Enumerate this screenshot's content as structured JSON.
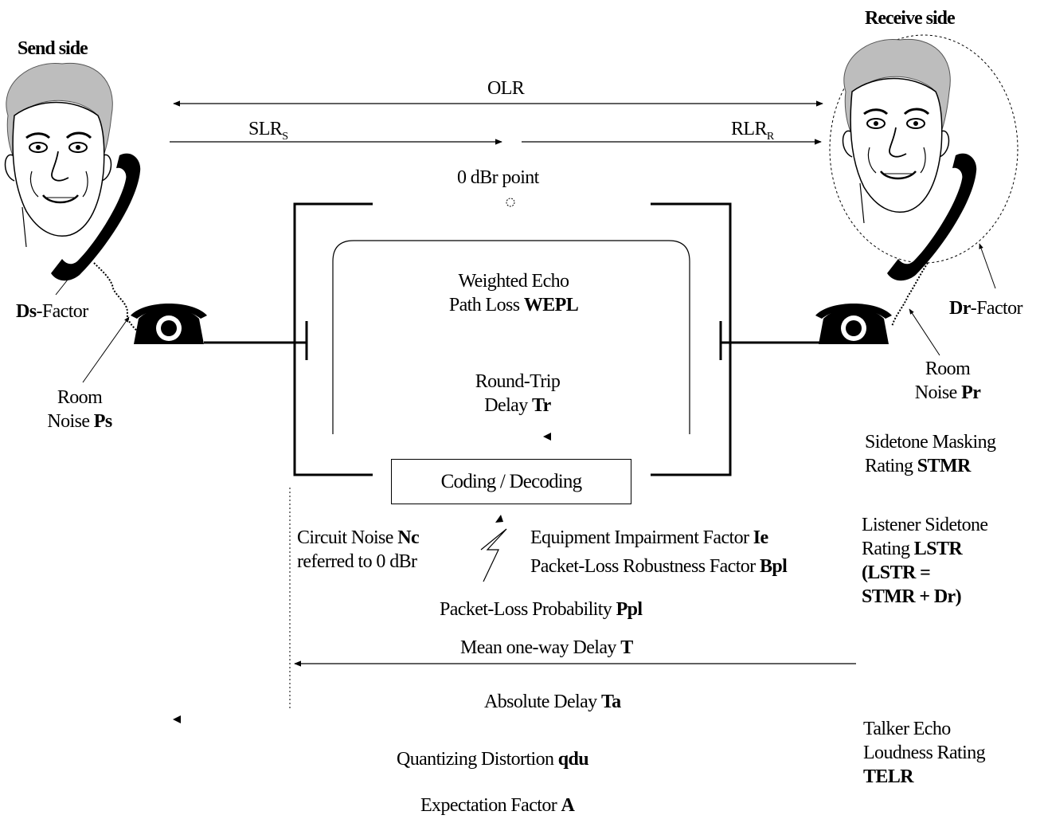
{
  "send_side": {
    "heading": "Send side",
    "ds_factor": {
      "bold": "Ds",
      "text": "-Factor"
    },
    "room_noise": {
      "line1": "Room",
      "line2_prefix": "Noise ",
      "line2_bold": "Ps"
    }
  },
  "receive_side": {
    "heading": "Receive side",
    "dr_factor": {
      "bold": "Dr",
      "text": "-Factor"
    },
    "room_noise": {
      "line1": "Room",
      "line2_prefix": "Noise ",
      "line2_bold": "Pr"
    }
  },
  "loudness": {
    "olr": "OLR",
    "slr": {
      "main": "SLR",
      "sub": "S"
    },
    "rlr": {
      "main": "RLR",
      "sub": "R"
    },
    "zero_dbr_point": "0 dBr point"
  },
  "echo_path": {
    "wepl": {
      "line1": "Weighted Echo",
      "line2_prefix": "Path Loss ",
      "line2_bold": "WEPL"
    },
    "round_trip": {
      "line1": "Round-Trip",
      "line2_prefix": "Delay ",
      "line2_bold": "Tr"
    }
  },
  "codec": {
    "label": "Coding / Decoding"
  },
  "impairments": {
    "circuit_noise": {
      "line1_prefix": "Circuit Noise ",
      "line1_bold": "Nc",
      "line2": "referred to 0 dBr"
    },
    "ie": {
      "prefix": "Equipment Impairment Factor ",
      "bold": "Ie"
    },
    "bpl": {
      "prefix": "Packet-Loss Robustness Factor ",
      "bold": "Bpl"
    },
    "ppl": {
      "prefix": "Packet-Loss Probability ",
      "bold": "Ppl"
    },
    "mean_delay": {
      "prefix": "Mean one-way Delay ",
      "bold": "T"
    },
    "absolute_delay": {
      "prefix": "Absolute Delay ",
      "bold": "Ta"
    },
    "qdu": {
      "prefix": "Quantizing Distortion ",
      "bold": "qdu"
    },
    "expectation": {
      "prefix": "Expectation Factor ",
      "bold": "A"
    }
  },
  "right_column": {
    "stmr": {
      "line1": "Sidetone Masking",
      "line2_prefix": "Rating ",
      "line2_bold": "STMR"
    },
    "lstr": {
      "line1": "Listener Sidetone",
      "line2_prefix": "Rating ",
      "line2_bold": "LSTR",
      "line3": "(LSTR =",
      "line4": "STMR + Dr)"
    },
    "telr": {
      "line1": "Talker Echo",
      "line2": "Loudness Rating",
      "line3": "TELR"
    }
  }
}
